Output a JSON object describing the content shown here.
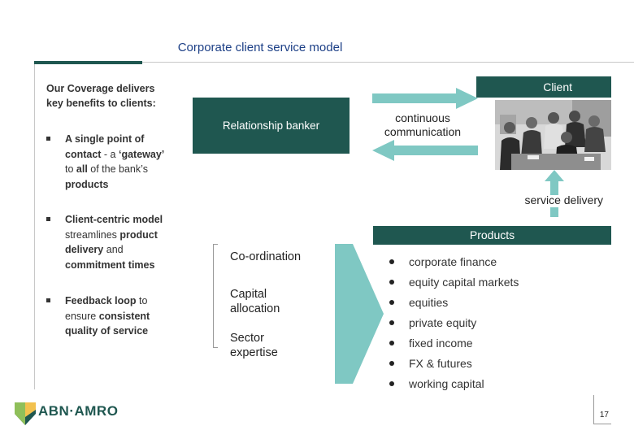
{
  "header": {
    "title": "Corporate client service model"
  },
  "coverage": {
    "intro": "Our Coverage delivers key benefits to clients:",
    "bullets": [
      {
        "p1": "A single point of contact",
        "p2": " - a ",
        "p3": "‘gateway’",
        "p4": " to ",
        "p5": "all",
        "p6": " of the bank’s ",
        "p7": "products"
      },
      {
        "p1": "Client-centric model",
        "p2": " streamlines ",
        "p3": "product delivery",
        "p4": " and ",
        "p5": "commitment times"
      },
      {
        "p1": "Feedback loop",
        "p2": " to ensure ",
        "p3": "consistent quality of service"
      }
    ]
  },
  "relationship_banker": {
    "label": "Relationship banker"
  },
  "client": {
    "label": "Client",
    "communication": "continuous communication",
    "service_delivery": "service delivery"
  },
  "functions": {
    "items": [
      "Co-ordination",
      "Capital allocation",
      "Sector expertise"
    ]
  },
  "products": {
    "header": "Products",
    "items": [
      "corporate finance",
      "equity capital markets",
      "equities",
      "private equity",
      "fixed income",
      "FX & futures",
      "working capital"
    ]
  },
  "footer": {
    "logo_text": "ABN·AMRO",
    "page_number": "17"
  },
  "colors": {
    "dark_teal": "#1f5750",
    "light_teal": "#7fc8c3",
    "title_blue": "#1c3f86"
  }
}
